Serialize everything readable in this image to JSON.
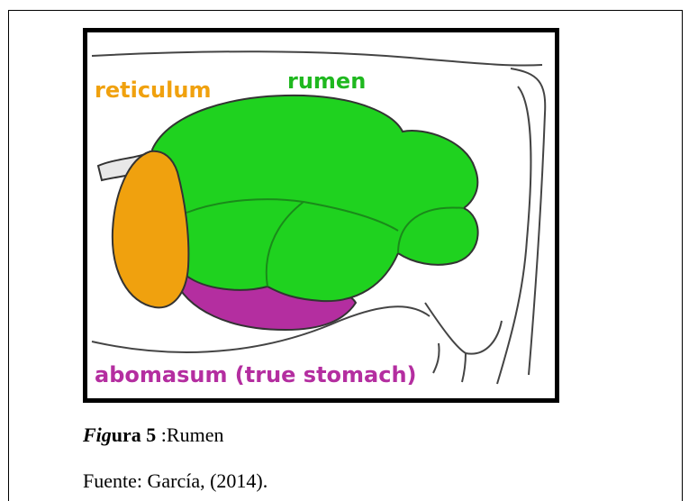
{
  "diagram": {
    "labels": {
      "reticulum": "reticulum",
      "rumen": "rumen",
      "abomasum": "abomasum (true stomach)"
    },
    "colors": {
      "reticulum": "#f0a10e",
      "rumen": "#1fd21f",
      "abomasum": "#b42ea0",
      "outline": "#333333"
    }
  },
  "caption": {
    "prefix_italic": "Fig",
    "prefix_bold": "ura 5",
    "text": " :Rumen"
  },
  "source": {
    "text": "Fuente: García, (2014)."
  }
}
